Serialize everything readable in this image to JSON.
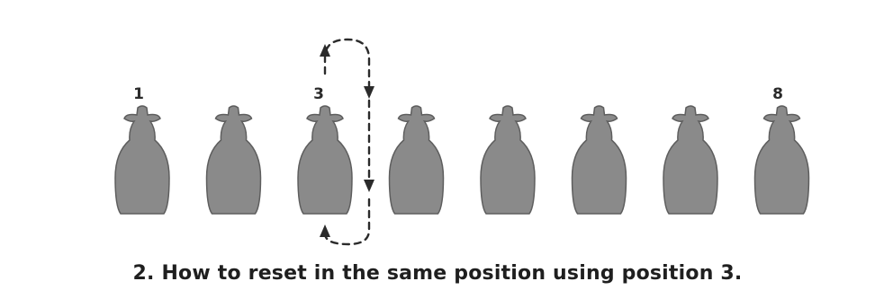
{
  "figure": {
    "position_labels": [
      "1",
      "3",
      "8"
    ],
    "caption": "2. How to reset in the same position using position 3.",
    "pieces": [
      {
        "name": "pin-1"
      },
      {
        "name": "pin-2"
      },
      {
        "name": "pin-3"
      },
      {
        "name": "pin-4"
      },
      {
        "name": "pin-5"
      },
      {
        "name": "pin-6"
      },
      {
        "name": "pin-7"
      },
      {
        "name": "pin-8"
      }
    ],
    "colors": {
      "pin_fill": "#8a8a8a",
      "pin_stroke": "#5e5e5e",
      "arrow": "#2b2b2b",
      "label": "#2a2a2a",
      "background": "#ffffff"
    }
  }
}
